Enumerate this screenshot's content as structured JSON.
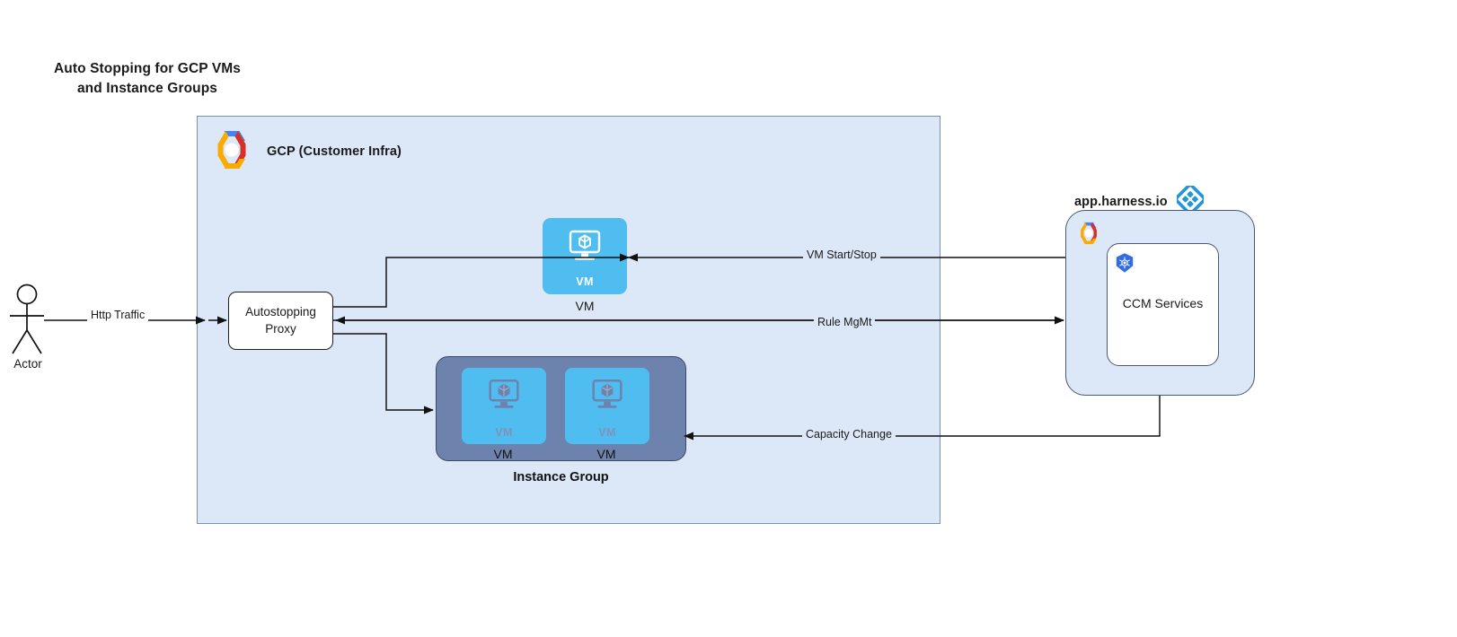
{
  "title": "Auto Stopping for GCP VMs\nand Instance Groups",
  "gcp": {
    "label": "GCP (Customer Infra)",
    "logo_icon": "gcp-logo-icon",
    "accent": "#dce7f8",
    "border": "#7693b8"
  },
  "harness": {
    "title": "app.harness.io",
    "logo_icon": "harness-logo-icon",
    "inner_gcp_icon": "gcp-logo-icon",
    "k8s_icon": "kubernetes-icon",
    "ccm_label": "CCM Services",
    "accent": "#dce7f8"
  },
  "actor": {
    "label": "Actor",
    "icon": "actor-stick-figure-icon"
  },
  "proxy": {
    "label": "Autostopping\nProxy"
  },
  "vm": {
    "inner_label": "VM",
    "outer_label": "VM",
    "icon": "vm-monitor-cube-icon",
    "color": "#4fbdf0"
  },
  "instance_group": {
    "title": "Instance Group",
    "color": "#6d83ad",
    "vms": [
      {
        "inner_label": "VM",
        "outer_label": "VM",
        "icon": "vm-monitor-cube-icon"
      },
      {
        "inner_label": "VM",
        "outer_label": "VM",
        "icon": "vm-monitor-cube-icon"
      }
    ]
  },
  "edges": [
    {
      "id": "http-traffic",
      "label": "Http Traffic",
      "from": "actor",
      "to": "proxy"
    },
    {
      "id": "vm-start-stop",
      "label": "VM Start/Stop",
      "from": "ccm-services",
      "to": "vm"
    },
    {
      "id": "rule-mgmt",
      "label": "Rule MgMt",
      "from": "proxy",
      "to": "ccm-services"
    },
    {
      "id": "capacity-change",
      "label": "Capacity Change",
      "from": "ccm-services",
      "to": "instance-group"
    }
  ]
}
